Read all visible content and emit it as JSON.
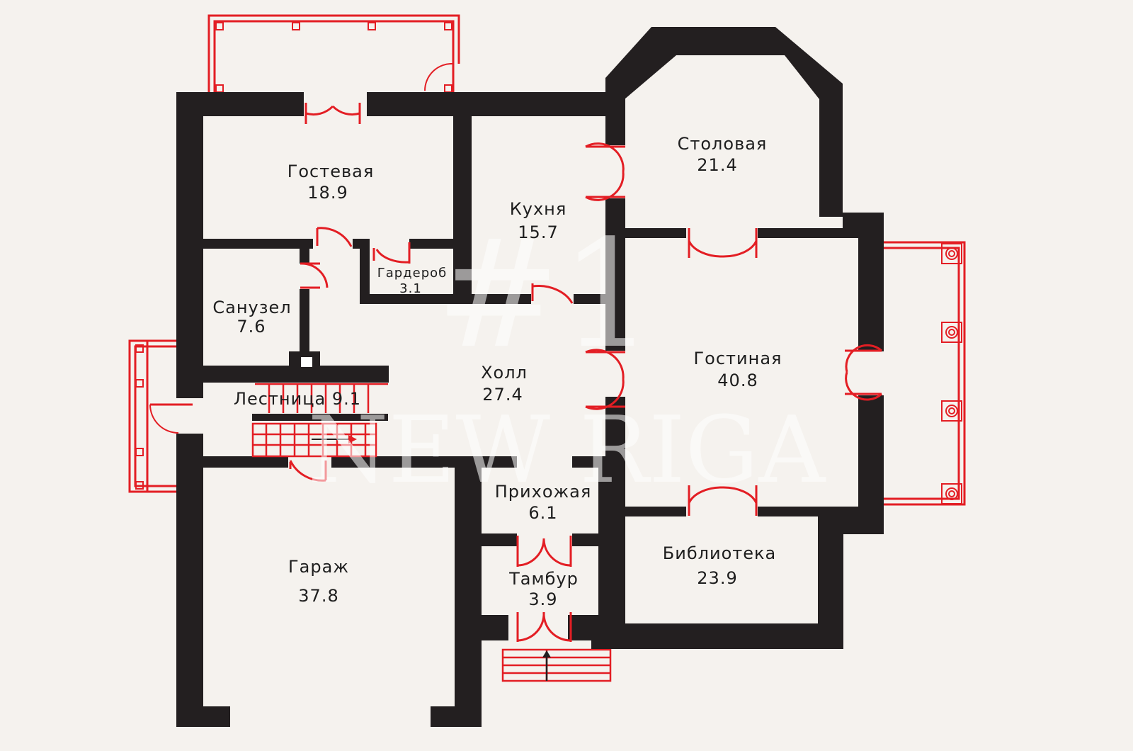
{
  "rooms": [
    {
      "id": "gostevaya",
      "name": "Гостевая",
      "area": "18.9"
    },
    {
      "id": "stolovaya",
      "name": "Столовая",
      "area": "21.4"
    },
    {
      "id": "kukhnya",
      "name": "Кухня",
      "area": "15.7"
    },
    {
      "id": "garderob",
      "name": "Гардероб",
      "area": "3.1"
    },
    {
      "id": "sanuzel",
      "name": "Санузел",
      "area": "7.6"
    },
    {
      "id": "gostinaya",
      "name": "Гостиная",
      "area": "40.8"
    },
    {
      "id": "kholl",
      "name": "Холл",
      "area": "27.4"
    },
    {
      "id": "lestnitsa",
      "name": "Лестница 9.1"
    },
    {
      "id": "prikhozhaya",
      "name": "Прихожая",
      "area": "6.1"
    },
    {
      "id": "garazh",
      "name": "Гараж",
      "area": "37.8"
    },
    {
      "id": "biblioteka",
      "name": "Библиотека",
      "area": "23.9"
    },
    {
      "id": "tambur",
      "name": "Тамбур",
      "area": "3.9"
    }
  ],
  "watermark": {
    "line1": "#1",
    "line2": "NEW RIGA"
  },
  "colors": {
    "wall": "#231f20",
    "accent": "#e31e24",
    "background": "#f5f2ee"
  }
}
